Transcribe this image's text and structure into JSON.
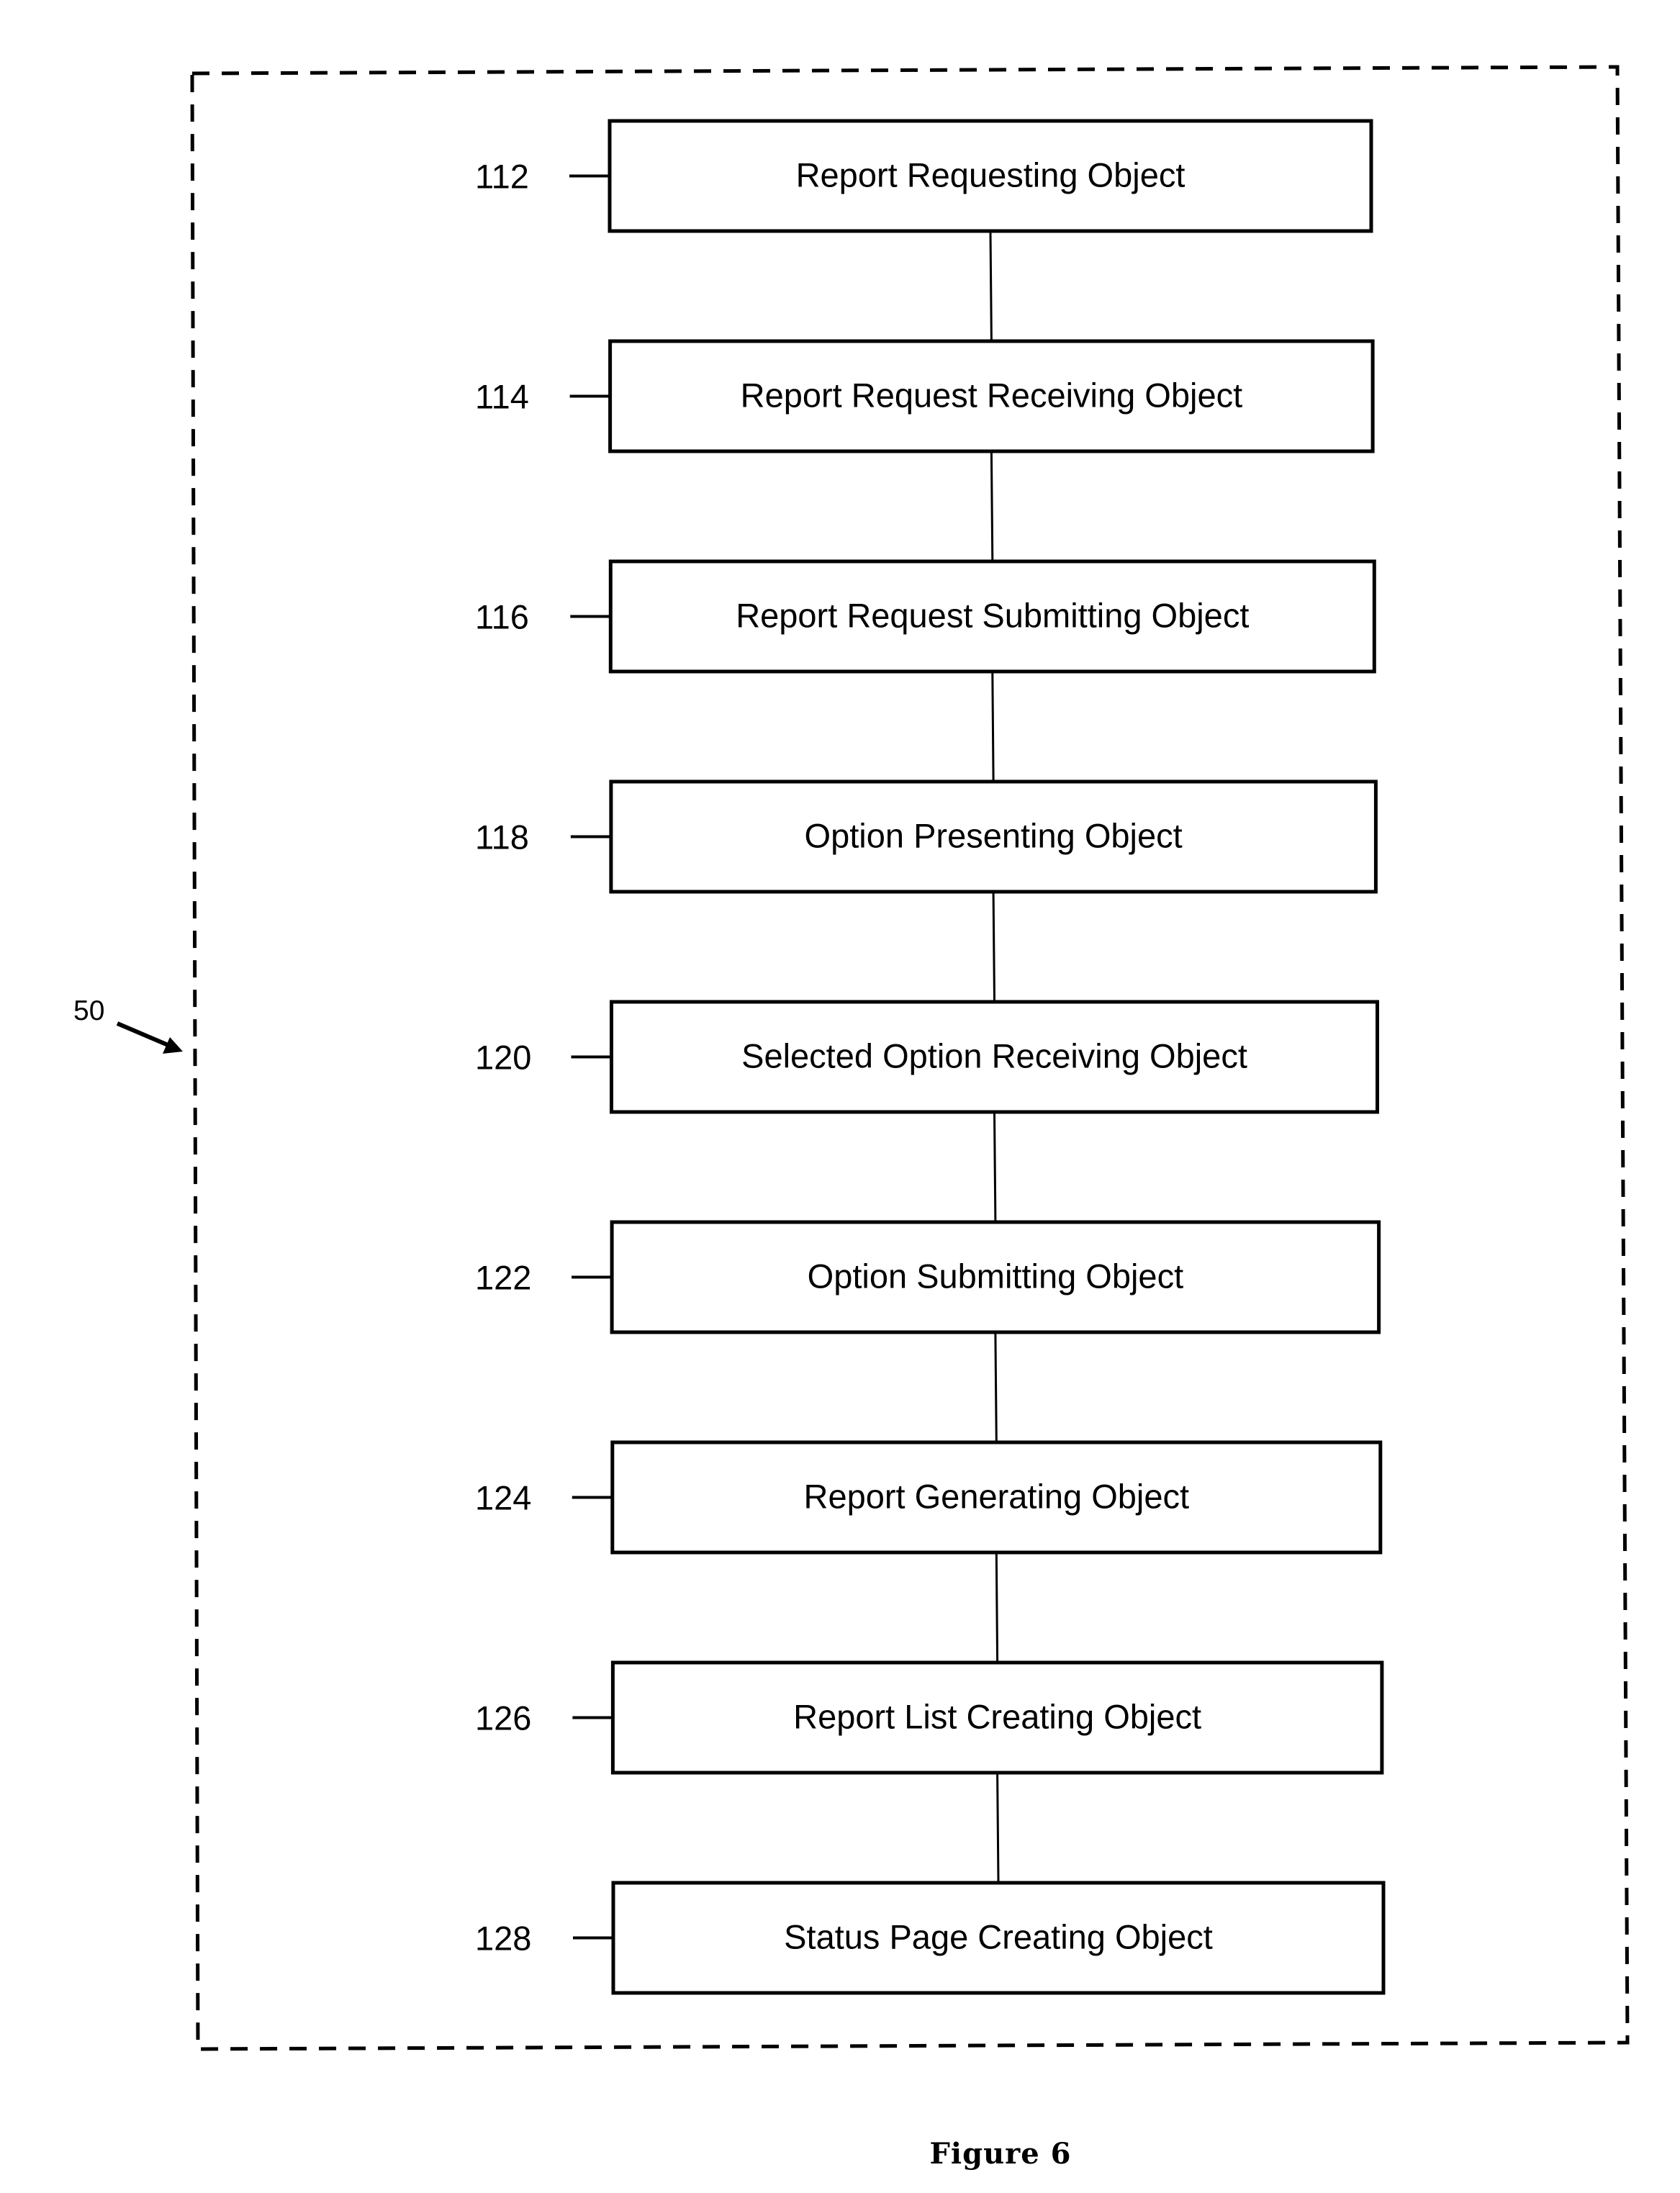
{
  "figure": {
    "caption": "Figure 6",
    "module": {
      "ref": "50"
    },
    "objects": [
      {
        "ref": "112",
        "label": "Report Requesting Object"
      },
      {
        "ref": "114",
        "label": "Report Request Receiving Object"
      },
      {
        "ref": "116",
        "label": "Report Request Submitting Object"
      },
      {
        "ref": "118",
        "label": "Option Presenting Object"
      },
      {
        "ref": "120",
        "label": "Selected Option Receiving Object"
      },
      {
        "ref": "122",
        "label": "Option Submitting Object"
      },
      {
        "ref": "124",
        "label": "Report Generating Object"
      },
      {
        "ref": "126",
        "label": "Report List Creating Object"
      },
      {
        "ref": "128",
        "label": "Status Page Creating Object"
      }
    ],
    "colors": {
      "ink": "#000000",
      "paper": "#ffffff"
    }
  }
}
